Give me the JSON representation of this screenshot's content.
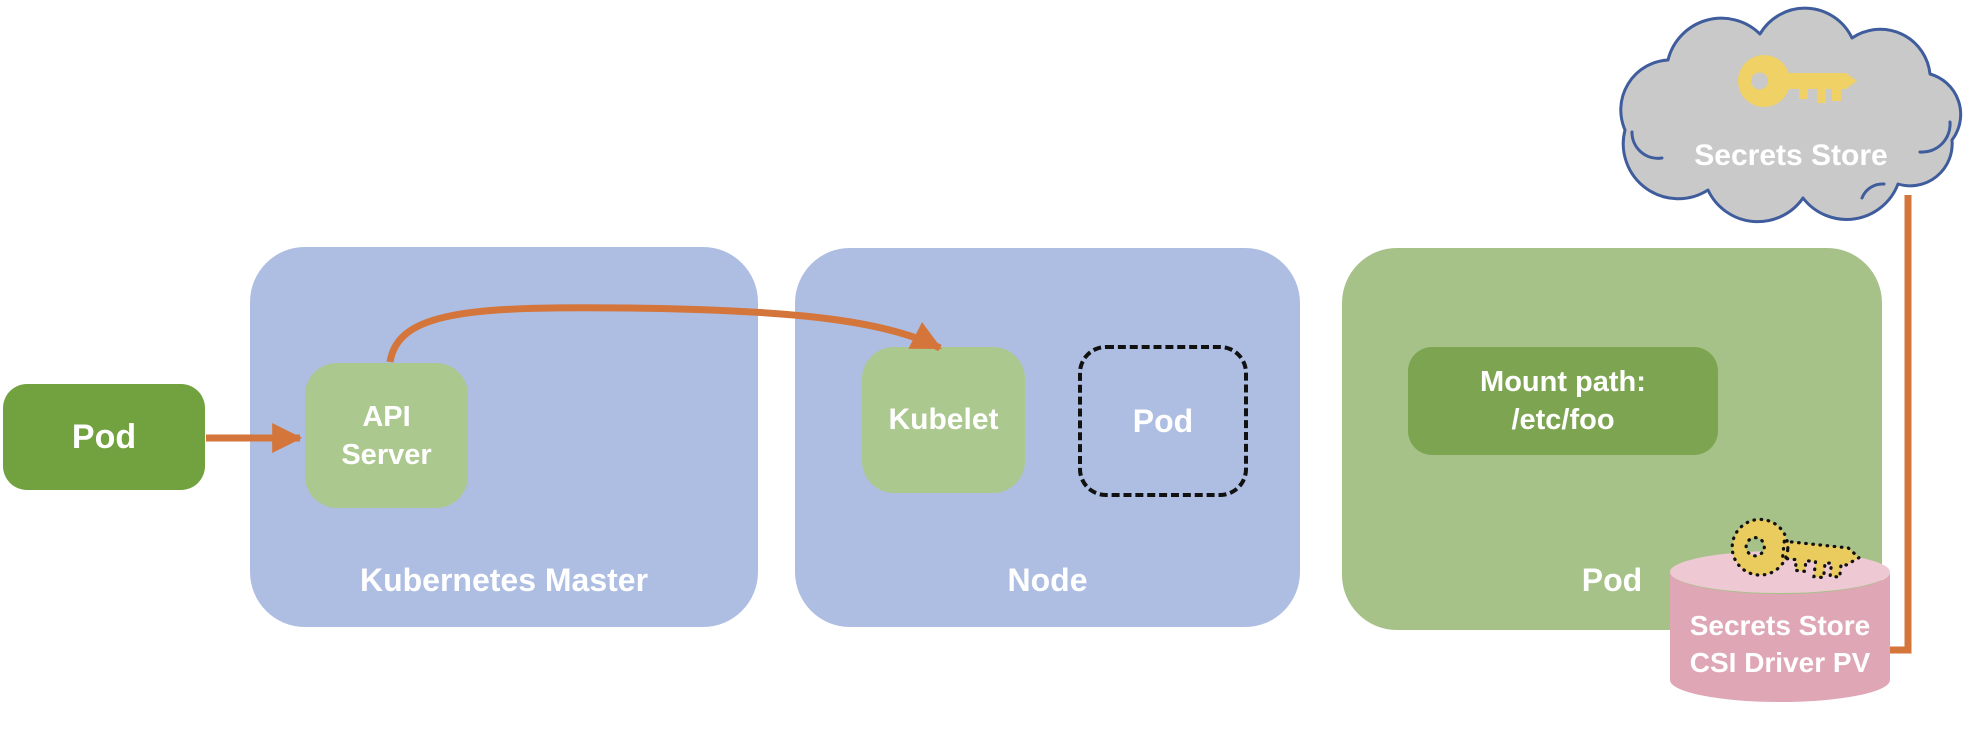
{
  "diagram": {
    "type": "kubernetes-secrets-store-csi-architecture",
    "pod_left": {
      "label": "Pod"
    },
    "master": {
      "label": "Kubernetes Master",
      "api_server": {
        "line1": "API",
        "line2": "Server"
      }
    },
    "node": {
      "label": "Node",
      "kubelet": {
        "label": "Kubelet"
      },
      "pod_placeholder": {
        "label": "Pod"
      }
    },
    "pod_right": {
      "label": "Pod",
      "mount": {
        "line1": "Mount path:",
        "line2": "/etc/foo"
      }
    },
    "cloud": {
      "label": "Secrets Store"
    },
    "pv": {
      "line1": "Secrets Store",
      "line2": "CSI Driver PV"
    },
    "connections": [
      {
        "from": "pod",
        "to": "api-server",
        "style": "straight-orange-arrow"
      },
      {
        "from": "api-server",
        "to": "kubelet",
        "style": "curved-orange-arrow"
      },
      {
        "from": "secrets-store-cloud",
        "to": "secrets-store-csi-driver-pv",
        "style": "orange-elbow-line"
      }
    ],
    "icons": [
      {
        "name": "key-icon",
        "location": "secrets-store-cloud",
        "style": "solid-yellow"
      },
      {
        "name": "dotted-key-icon",
        "location": "csi-driver-pv-cylinder",
        "style": "yellow-dotted-outline"
      }
    ],
    "colors": {
      "container_blue": "#AEBEE3",
      "container_green": "#A6C289",
      "box_green_dark": "#72A23F",
      "box_green_mid": "#7DA551",
      "box_green_light": "#ABC88E",
      "arrow_orange": "#D4763B",
      "cloud_gray": "#C9C9C9",
      "cloud_outline_blue": "#3F5C9C",
      "key_yellow": "#EFD166",
      "cylinder_pink": "#DFA7B5",
      "cylinder_top_pink": "#EEC9D4",
      "dash_black": "#111111",
      "text_white": "#FFFFFF"
    }
  }
}
